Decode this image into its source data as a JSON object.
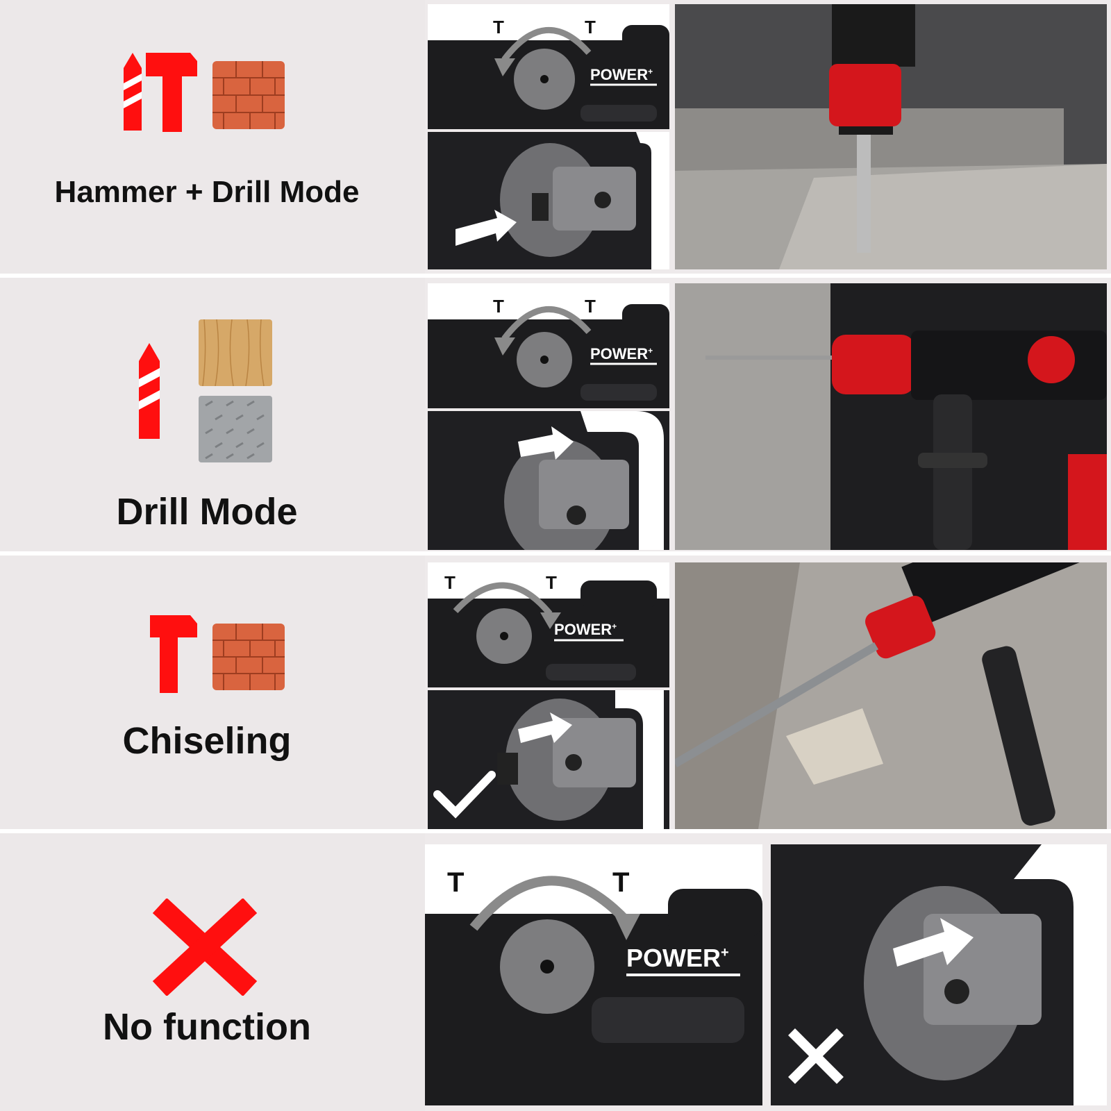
{
  "colors": {
    "accent_red": "#ff0f0f",
    "brick": "#d9643f",
    "background": "#ece8e9",
    "tool_black": "#1c1c1e",
    "dial_gray": "#7d7d7f"
  },
  "dial_brand": "POWER",
  "dial_brand_sup": "+",
  "modes": [
    {
      "label": "Hammer + Drill Mode",
      "icons": [
        "drill-bit-icon",
        "hammer-icon",
        "brick-wall-icon"
      ]
    },
    {
      "label": "Drill Mode",
      "icons": [
        "drill-bit-icon",
        "wood-icon",
        "metal-plate-icon"
      ]
    },
    {
      "label": "Chiseling",
      "icons": [
        "hammer-icon",
        "brick-wall-icon"
      ]
    },
    {
      "label": "No function",
      "icons": [
        "red-x-icon"
      ]
    }
  ]
}
